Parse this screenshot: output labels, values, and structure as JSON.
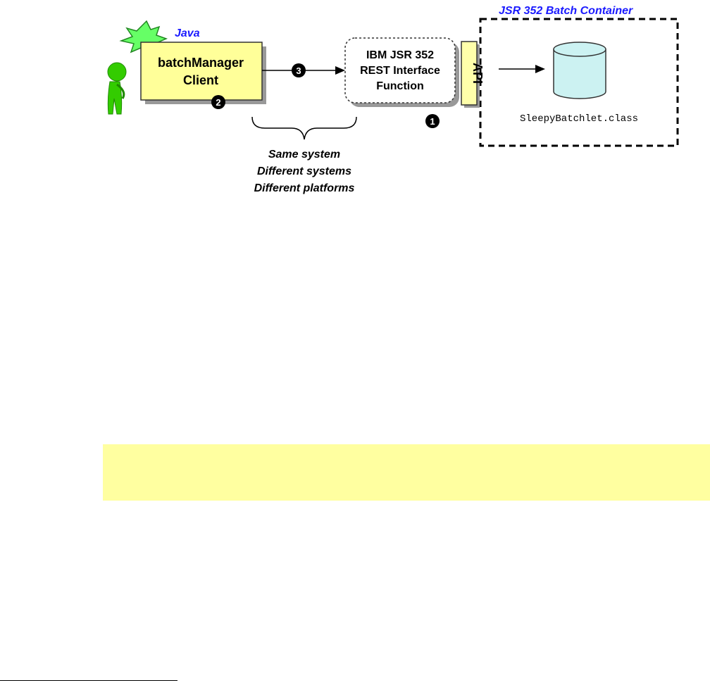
{
  "container": {
    "title": "JSR 352 Batch Container",
    "class_name": "SleepyBatchlet.class",
    "api_label": "API"
  },
  "client": {
    "language": "Java",
    "line1": "batchManager",
    "line2": "Client"
  },
  "rest": {
    "line1": "IBM JSR 352",
    "line2": "REST Interface",
    "line3": "Function"
  },
  "steps": {
    "one": "1",
    "two": "2",
    "three": "3"
  },
  "notes": {
    "line1": "Same system",
    "line2": "Different systems",
    "line3": "Different platforms"
  },
  "colors": {
    "client_fill": "#ffff99",
    "api_fill": "#ffffaa",
    "database_fill": "#ccf2f2",
    "person": "#33cc00",
    "burst": "#66ff66",
    "accent_blue": "#0000ff",
    "highlight_band": "#ffffa0"
  }
}
